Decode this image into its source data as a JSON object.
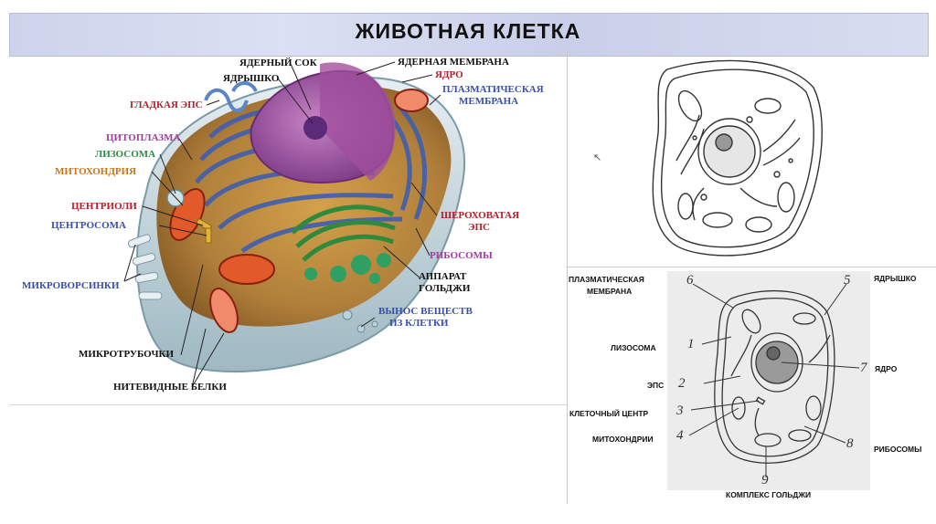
{
  "title": "ЖИВОТНАЯ КЛЕТКА",
  "left_labels": {
    "nuclear_sap": "ЯДЕРНЫЙ СОК",
    "nucleolus": "ЯДРЫШКО",
    "nuclear_membrane": "ЯДЕРНАЯ МЕМБРАНА",
    "nucleus": "ЯДРО",
    "plasma_membrane_1": "ПЛАЗМАТИЧЕСКАЯ",
    "plasma_membrane_2": "МЕМБРАНА",
    "smooth_er": "ГЛАДКАЯ ЭПС",
    "cytoplasm": "ЦИТОПЛАЗМА",
    "lysosome": "ЛИЗОСОМА",
    "mitochondria": "МИТОХОНДРИЯ",
    "centrioles": "ЦЕНТРИОЛИ",
    "centrosome": "ЦЕНТРОСОМА",
    "rough_er_1": "ШЕРОХОВАТАЯ",
    "rough_er_2": "ЭПС",
    "ribosomes": "РИБОСОМЫ",
    "golgi_1": "АППАРАТ",
    "golgi_2": "ГОЛЬДЖИ",
    "microvilli": "МИКРОВОРСИНКИ",
    "export_1": "ВЫНОС ВЕЩЕСТВ",
    "export_2": "ИЗ КЛЕТКИ",
    "microtubules": "МИКРОТРУБОЧКИ",
    "filaments": "НИТЕВИДНЫЕ БЕЛКИ"
  },
  "right_labels": {
    "plasma_membrane_1": "ПЛАЗМАТИЧЕСКАЯ",
    "plasma_membrane_2": "МЕМБРАНА",
    "lysosome": "ЛИЗОСОМА",
    "er": "ЭПС",
    "cell_center": "КЛЕТОЧНЫЙ ЦЕНТР",
    "mitochondria": "МИТОХОНДРИИ",
    "nucleolus": "ЯДРЫШКО",
    "nucleus": "ЯДРО",
    "ribosomes": "РИБОСОМЫ",
    "golgi": "КОМПЛЕКС ГОЛЬДЖИ"
  },
  "numbers": [
    "1",
    "2",
    "3",
    "4",
    "5",
    "6",
    "7",
    "8",
    "9"
  ],
  "colors": {
    "label_black": "#111111",
    "label_red": "#b0202a",
    "label_blue": "#3a4eaa",
    "label_purple": "#a23aa0",
    "label_green": "#2c8a44",
    "label_orange": "#c8741a"
  }
}
